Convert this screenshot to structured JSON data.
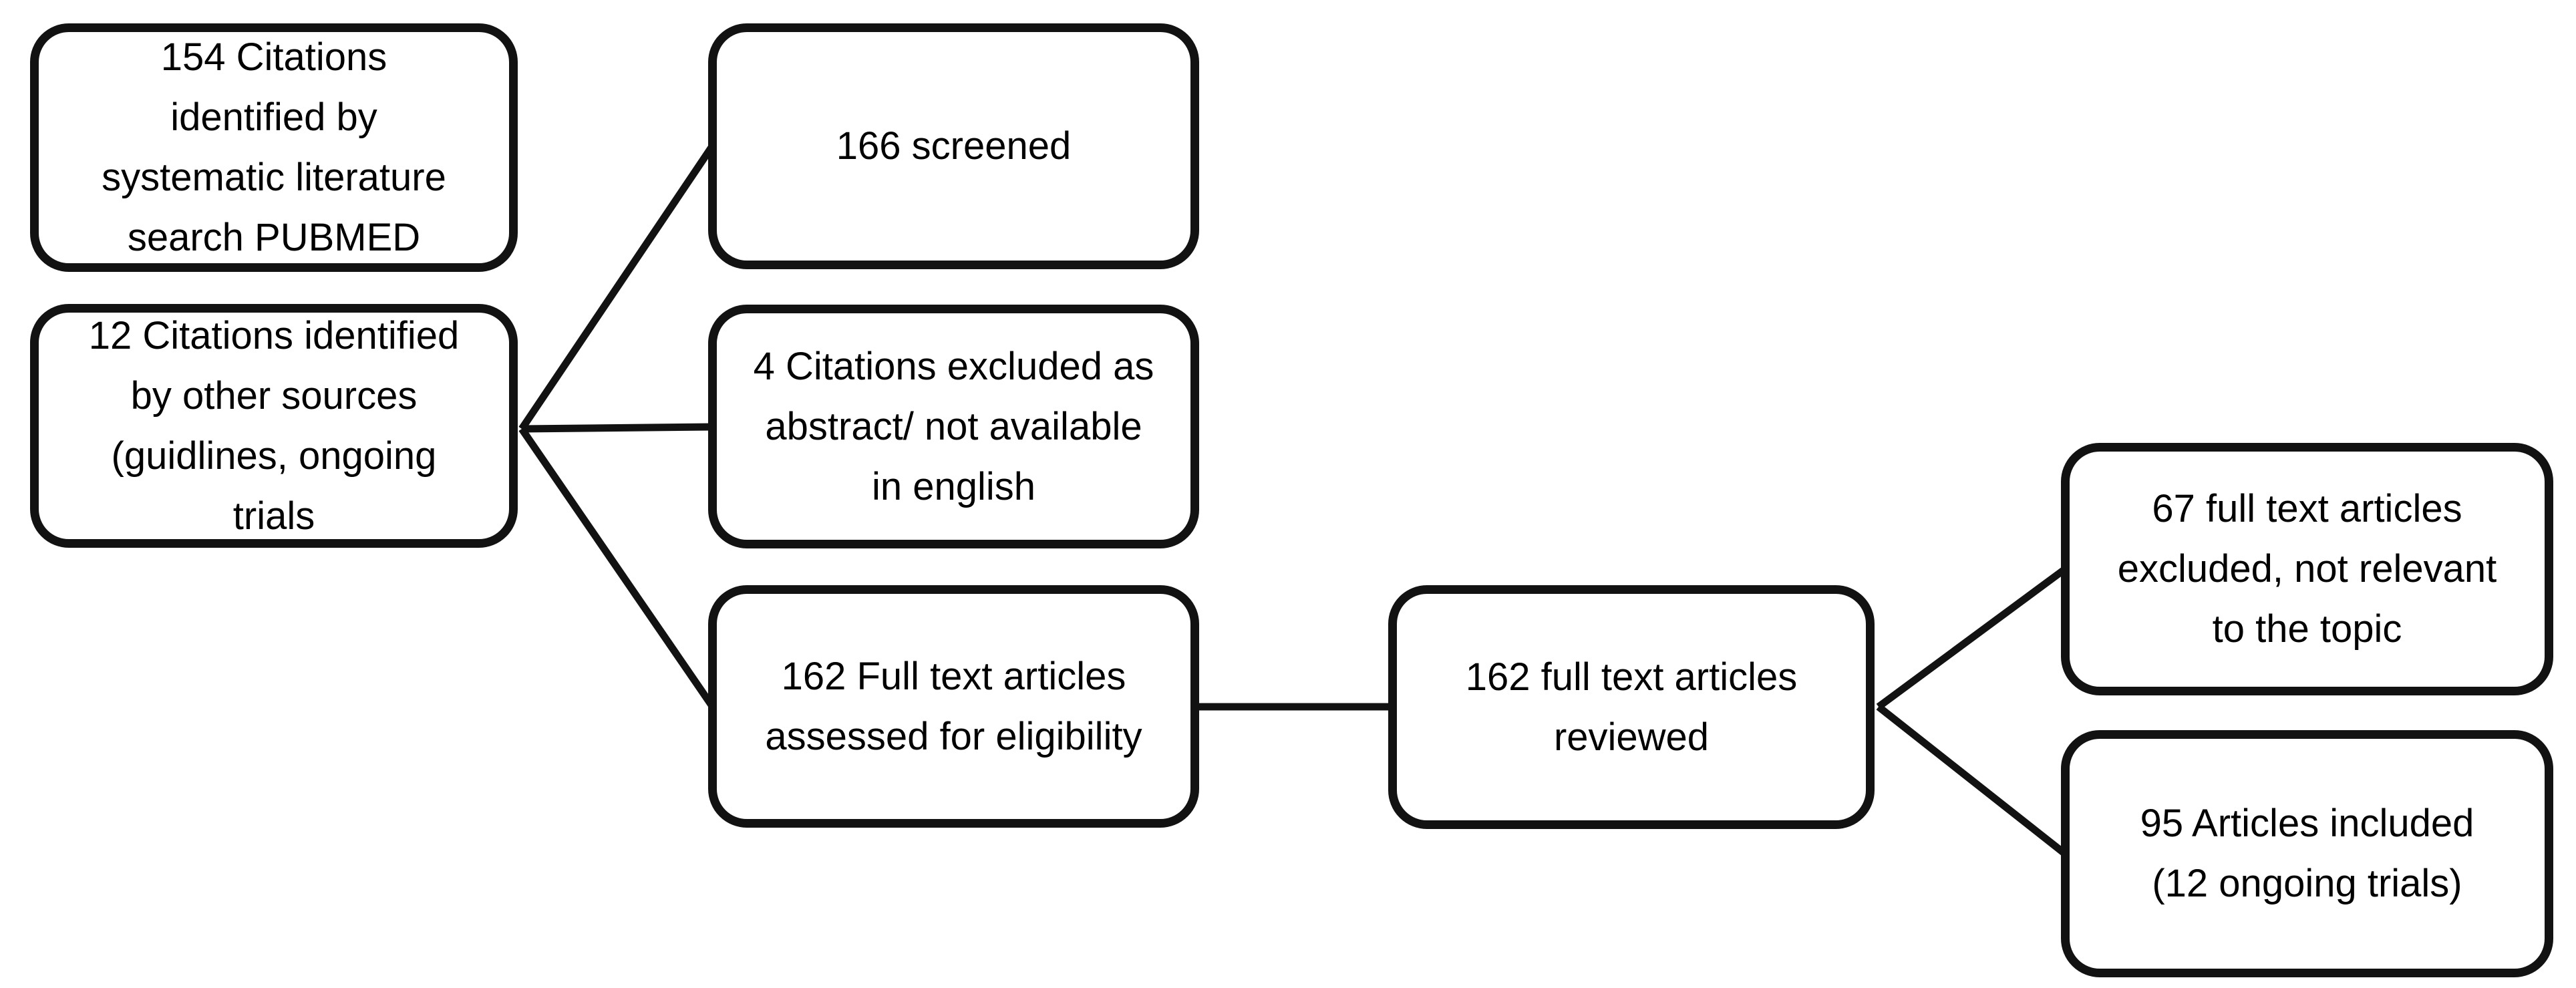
{
  "diagram": {
    "type": "flowchart",
    "background_color": "#ffffff",
    "box_border_color": "#121212",
    "text_color": "#000000",
    "boxes": {
      "pubmed": {
        "lines": [
          "154 Citations",
          "identified by",
          "systematic literature",
          "search PUBMED"
        ]
      },
      "other_sources": {
        "lines": [
          "12 Citations identified",
          "by other sources",
          "(guidlines, ongoing",
          "trials"
        ]
      },
      "screened": {
        "lines": [
          "166 screened"
        ]
      },
      "excluded_abstract": {
        "lines": [
          "4 Citations excluded as",
          "abstract/ not available",
          "in english"
        ]
      },
      "assessed": {
        "lines": [
          "162 Full text articles",
          "assessed for eligibility"
        ]
      },
      "reviewed": {
        "lines": [
          "162 full text articles",
          "reviewed"
        ]
      },
      "excluded_topic": {
        "lines": [
          "67 full text articles",
          "excluded, not relevant",
          "to the topic"
        ]
      },
      "included": {
        "lines": [
          "95 Articles included",
          "(12 ongoing trials)"
        ]
      }
    },
    "edges": [
      {
        "from": "other_sources",
        "to": "screened"
      },
      {
        "from": "other_sources",
        "to": "excluded_abstract"
      },
      {
        "from": "other_sources",
        "to": "assessed"
      },
      {
        "from": "assessed",
        "to": "reviewed"
      },
      {
        "from": "reviewed",
        "to": "excluded_topic"
      },
      {
        "from": "reviewed",
        "to": "included"
      }
    ]
  }
}
